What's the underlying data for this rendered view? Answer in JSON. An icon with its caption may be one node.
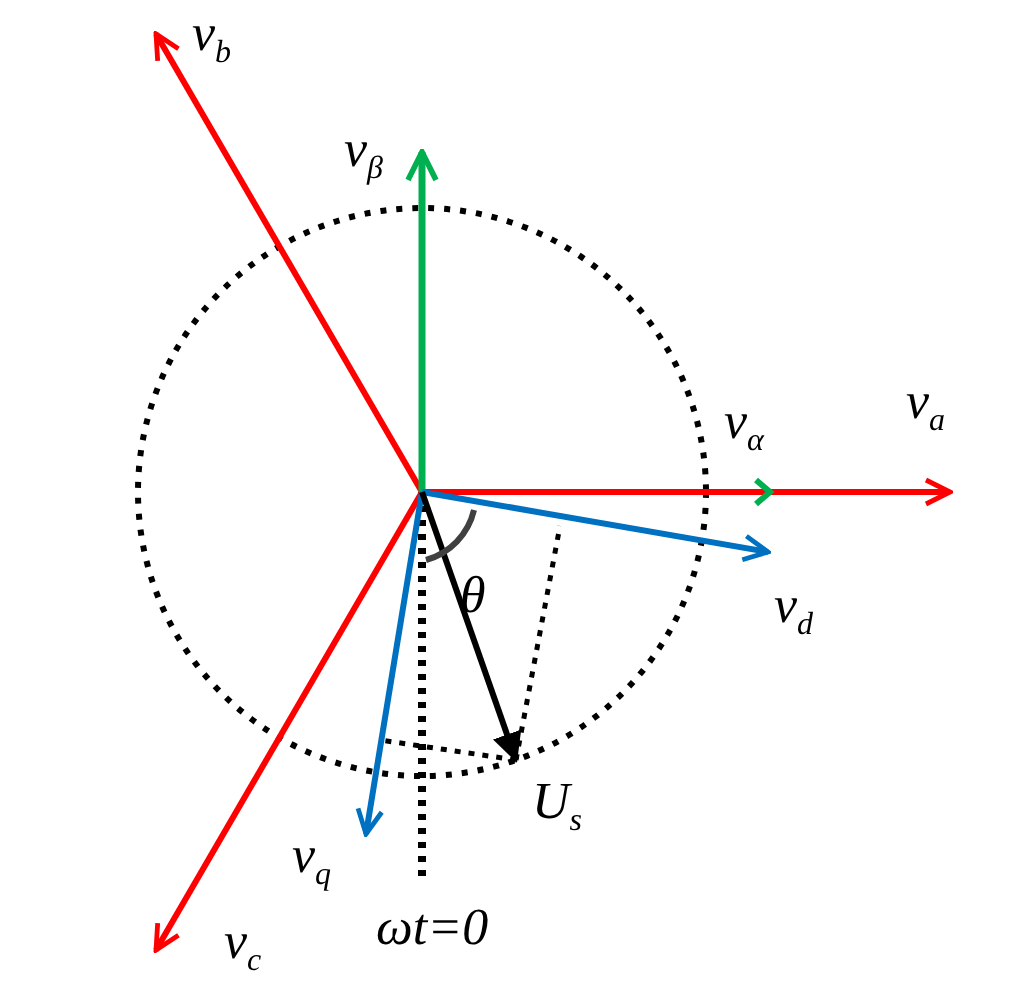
{
  "diagram": {
    "labels": [
      "v$_{b}$",
      "v$_{β}$",
      "v$_{α}$",
      "v$_{a}$",
      "θ",
      "v$_{d}$",
      "U$_{s}$",
      "v$_{q}$",
      "v$_{c}$",
      "*ωt*=0"
    ]
  }
}
